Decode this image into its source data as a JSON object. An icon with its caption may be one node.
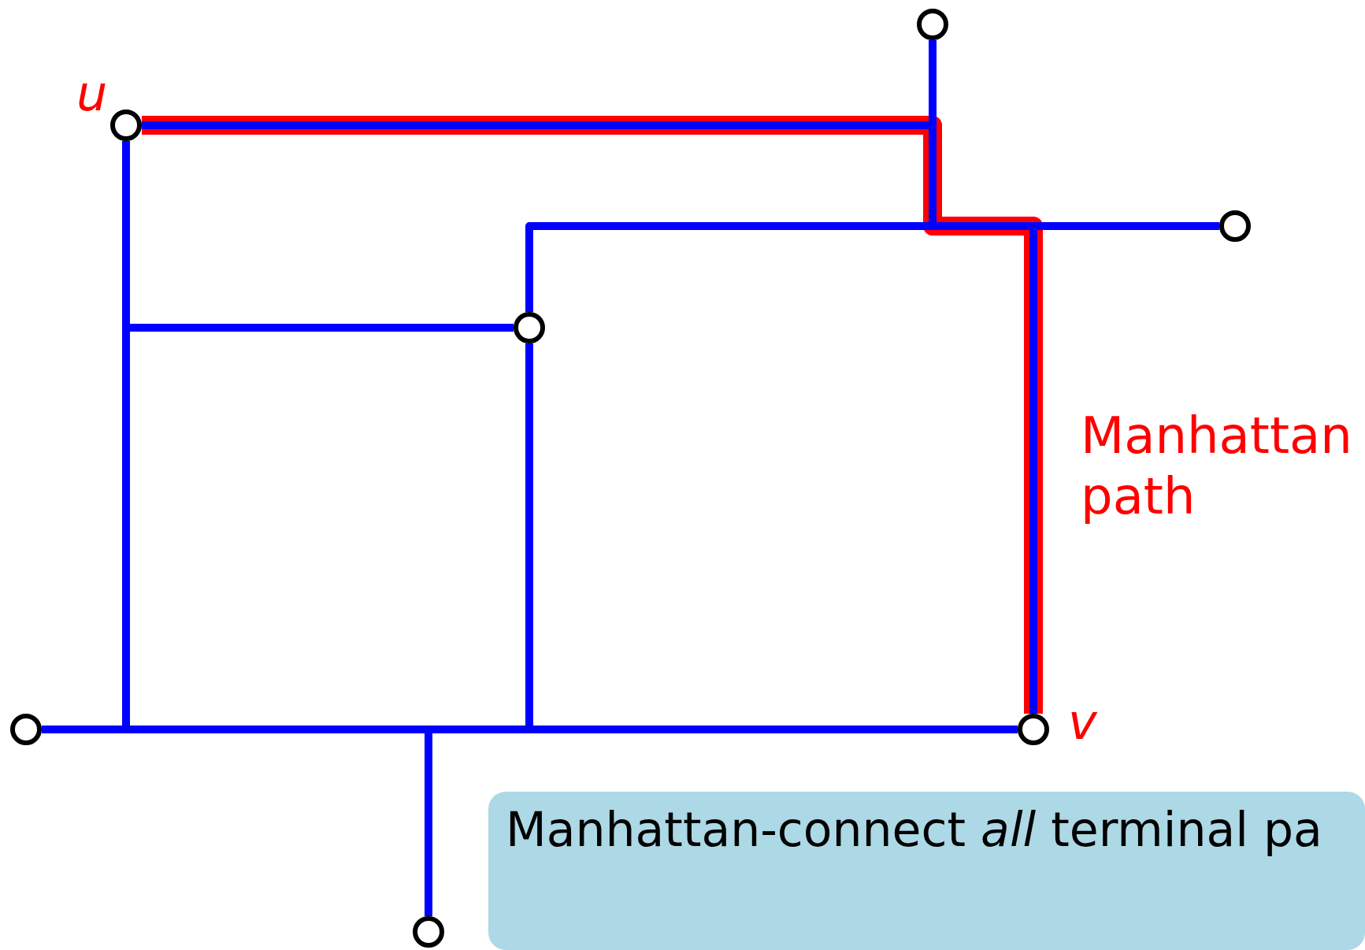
{
  "diagram": {
    "nodes": [
      {
        "text": [],
        "shape": "circle",
        "beside": [
          "u"
        ]
      },
      {
        "text": [],
        "shape": "circle"
      },
      {
        "text": [],
        "shape": "circle"
      },
      {
        "text": [],
        "shape": "circle"
      },
      {
        "text": [],
        "shape": "circle"
      },
      {
        "text": [],
        "shape": "circle",
        "beside": [
          "v"
        ]
      },
      {
        "text": [],
        "shape": "circle"
      },
      {
        "text": [
          "Manhattan-connect *all* terminal pa"
        ]
      }
    ],
    "edges": [
      {
        "from": 0,
        "to": 5,
        "arrow": "none",
        "style": "thick",
        "color": "#ff0000"
      },
      {
        "from": 0,
        "to": 1,
        "arrow": "none"
      },
      {
        "from": 1,
        "to": 2,
        "arrow": "none"
      },
      {
        "from": 0,
        "to": 4,
        "arrow": "none"
      },
      {
        "from": 0,
        "to": 3,
        "arrow": "none"
      },
      {
        "from": 3,
        "to": 2,
        "arrow": "none"
      },
      {
        "from": 3,
        "to": 5,
        "arrow": "none"
      },
      {
        "from": 4,
        "to": 5,
        "arrow": "none"
      },
      {
        "from": 6,
        "to": 4,
        "arrow": "none"
      },
      {
        "from": 5,
        "to": 2,
        "arrow": "none"
      }
    ],
    "labels": [
      "Manhattan path"
    ]
  }
}
